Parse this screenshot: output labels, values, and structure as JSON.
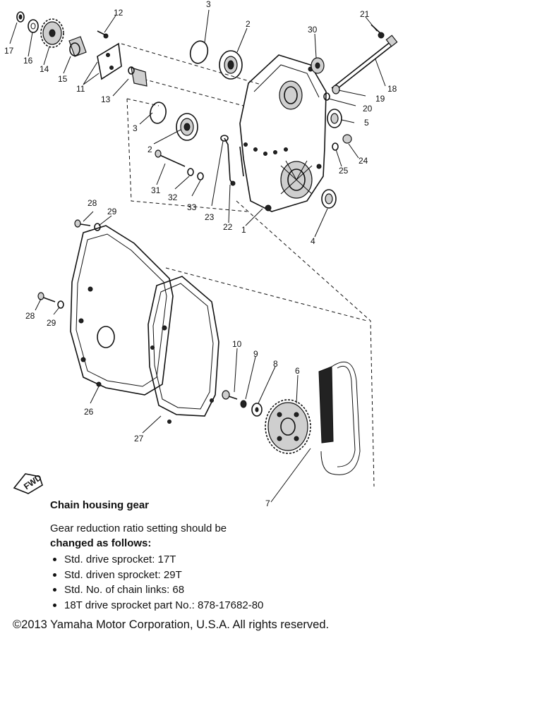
{
  "callouts": [
    "1",
    "2",
    "2",
    "3",
    "3",
    "4",
    "5",
    "6",
    "7",
    "8",
    "9",
    "10",
    "11",
    "12",
    "13",
    "14",
    "15",
    "16",
    "17",
    "18",
    "19",
    "20",
    "21",
    "22",
    "23",
    "24",
    "25",
    "26",
    "27",
    "28",
    "28",
    "29",
    "29",
    "30",
    "31",
    "32",
    "33"
  ],
  "fwd_label": "FWD",
  "caption": {
    "title": "Chain housing gear",
    "intro_line1": "Gear reduction ratio setting should be",
    "intro_line2": "changed as follows:",
    "items": [
      "Std. drive sprocket:  17T",
      "Std. driven sprocket:  29T",
      "Std. No. of chain links:  68",
      "18T drive sprocket part No.: 878-17682-80"
    ]
  },
  "copyright": "©2013 Yamaha Motor Corporation, U.S.A. All rights reserved."
}
